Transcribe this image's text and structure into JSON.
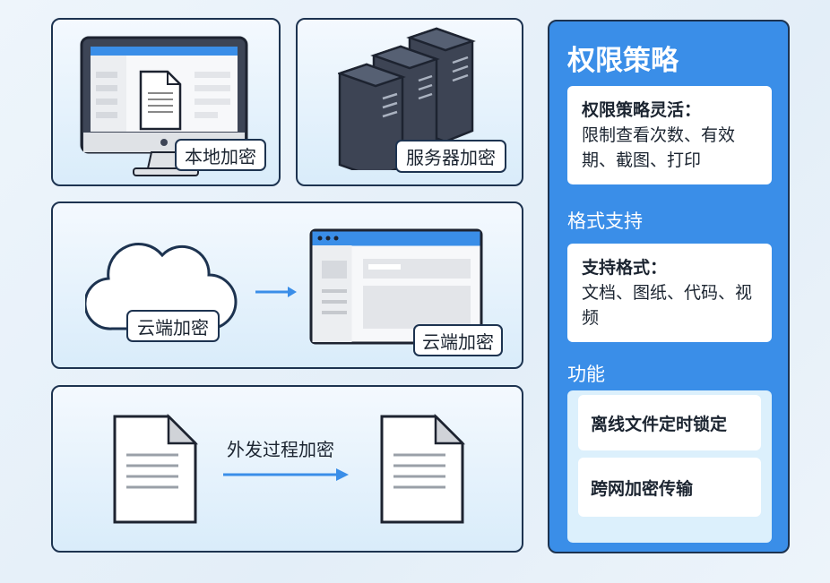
{
  "panels": {
    "local": {
      "label": "本地加密"
    },
    "server": {
      "label": "服务器加密"
    },
    "cloud": {
      "cloud_label": "云端加密",
      "window_label": "云端加密"
    },
    "outbound": {
      "label": "外发过程加密"
    }
  },
  "sidebar": {
    "title": "权限策略",
    "policy_card": {
      "heading": "权限策略灵活：",
      "text": "限制查看次数、有效期、截图、打印"
    },
    "format_title": "格式支持",
    "format_card": {
      "heading": "支持格式：",
      "text": "文档、图纸、代码、视频"
    },
    "function_title": "功能",
    "features": [
      "离线文件定时锁定",
      "跨网加密传输"
    ]
  },
  "colors": {
    "accent": "#3a8ee8",
    "border": "#1d3350"
  }
}
